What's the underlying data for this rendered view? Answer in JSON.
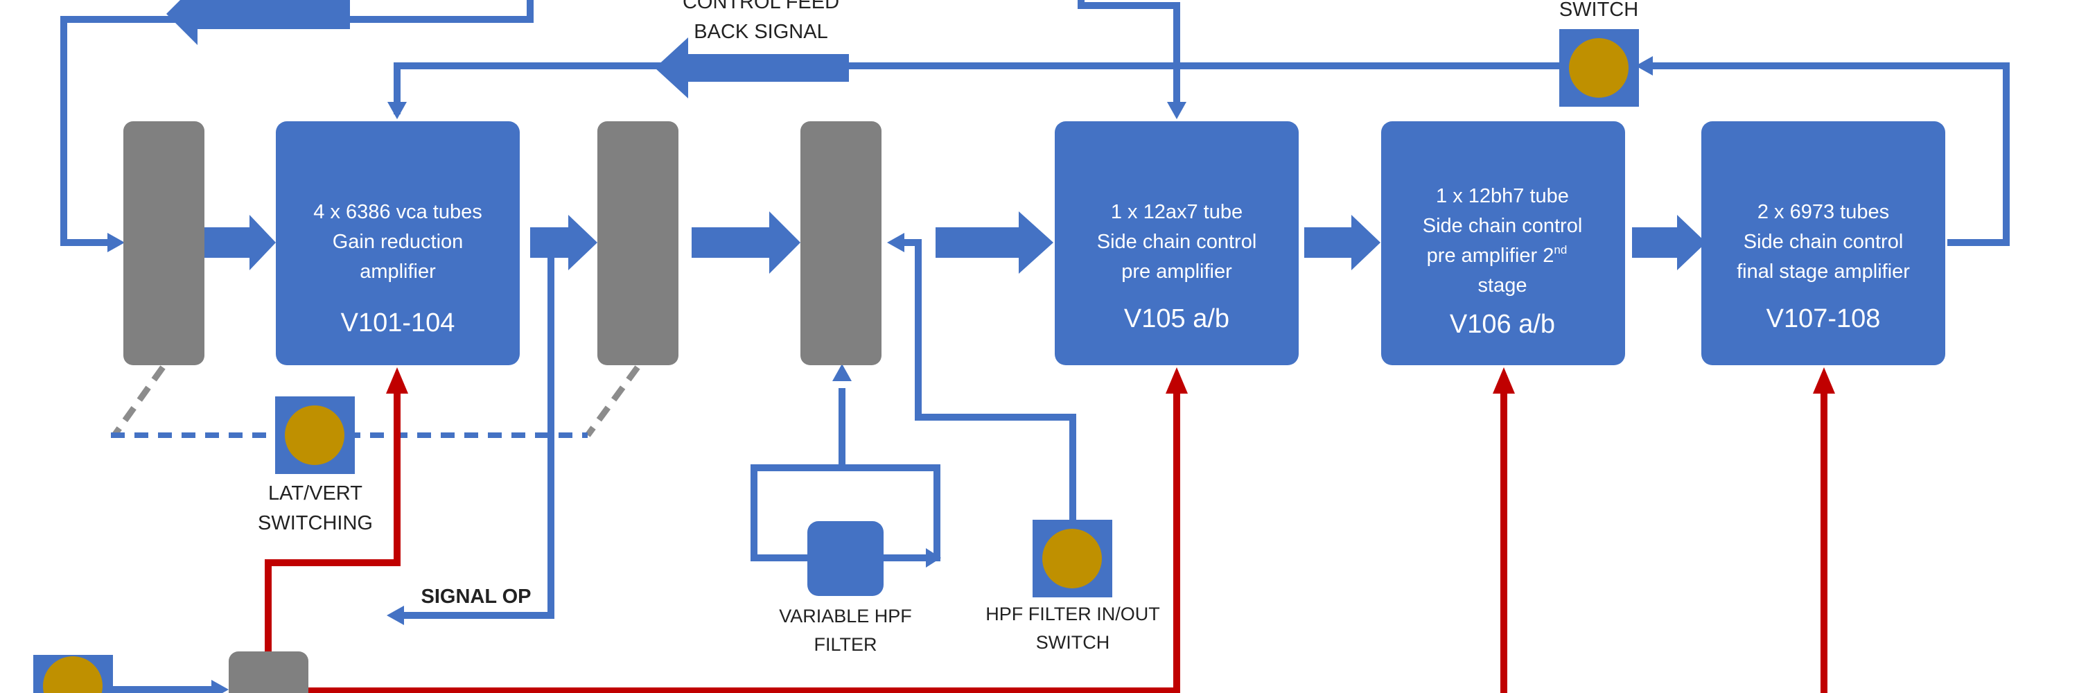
{
  "colors": {
    "signal_blue": "#4472c4",
    "arrow_blue": "#4472c4",
    "grey_block": "#808080",
    "power_red": "#c00000",
    "knob_gold": "#bf9000",
    "dotted_blue": "#4472c4",
    "dashed_grey": "#8c8c8c"
  },
  "blocks": {
    "gain_reduction": {
      "line1": "4 x 6386 vca tubes",
      "line2": "Gain reduction",
      "line3": "amplifier",
      "code": "V101-104"
    },
    "v105": {
      "line1": "1 x 12ax7 tube",
      "line2": "Side chain control",
      "line3": "pre amplifier",
      "code": "V105 a/b"
    },
    "v106": {
      "line1": "1 x 12bh7 tube",
      "line2": "Side chain control",
      "line3": "pre amplifier 2",
      "line3_sup": "nd",
      "line4": "stage",
      "code": "V106 a/b"
    },
    "v107": {
      "line1": "2 x 6973 tubes",
      "line2": "Side chain control",
      "line3": "final stage amplifier",
      "code": "V107-108"
    }
  },
  "labels": {
    "control_feedback_1": "CONTROL FEED",
    "control_feedback_2": "BACK SIGNAL",
    "switch_top": "SWITCH",
    "lat_vert_1": "LAT/VERT",
    "lat_vert_2": "SWITCHING",
    "signal_op": "SIGNAL OP",
    "variable_hpf_1": "VARIABLE HPF",
    "variable_hpf_2": "FILTER",
    "hpf_switch_1": "HPF FILTER IN/OUT",
    "hpf_switch_2": "SWITCH"
  },
  "icons": {
    "switch_knob": "gold-circle-knob-icon",
    "block_arrow": "block-arrow-right-icon"
  }
}
